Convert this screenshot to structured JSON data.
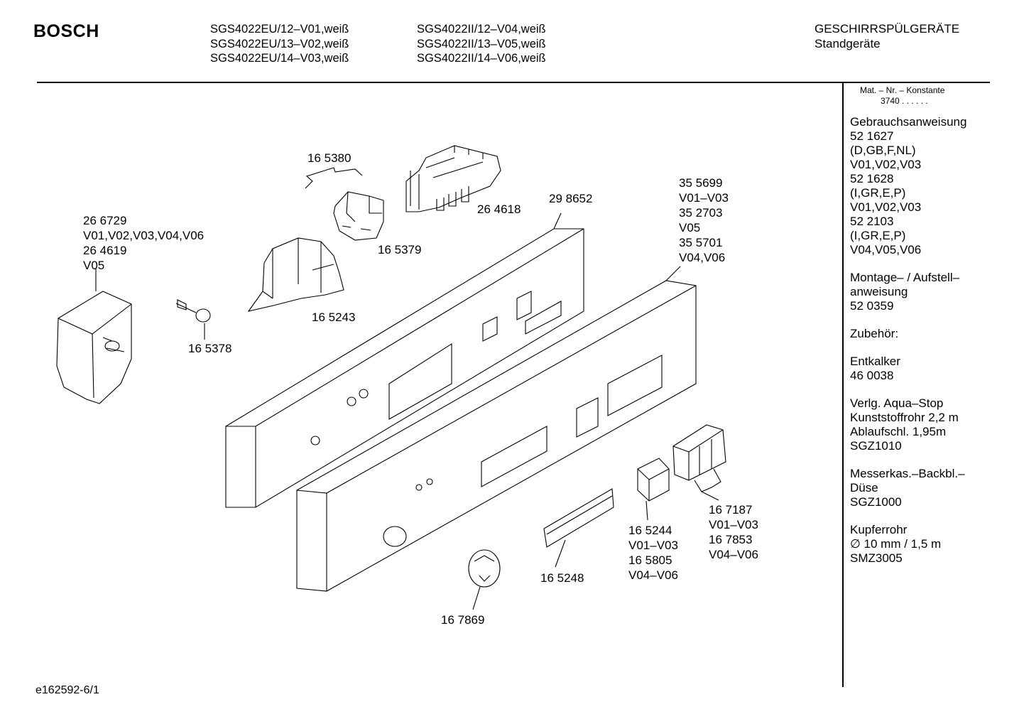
{
  "header": {
    "brand": "BOSCH",
    "models_left": [
      "SGS4022EU/12–V01,weiß",
      "SGS4022EU/13–V02,weiß",
      "SGS4022EU/14–V03,weiß"
    ],
    "models_right": [
      "SGS4022II/12–V04,weiß",
      "SGS4022II/13–V05,weiß",
      "SGS4022II/14–V06,weiß"
    ],
    "category": "GESCHIRRSPÜLGERÄTE",
    "subcategory": "Standgeräte"
  },
  "sidebar": {
    "matnr_label": "Mat. – Nr. – Konstante",
    "matnr_value": "3740  .  .    .  .  .  .",
    "groups": [
      [
        "Gebrauchsanweisung",
        "52 1627",
        "(D,GB,F,NL)",
        "V01,V02,V03",
        "52 1628",
        "(I,GR,E,P)",
        "V01,V02,V03",
        "52 2103",
        "(I,GR,E,P)",
        "V04,V05,V06"
      ],
      [
        "Montage– / Aufstell–",
        "anweisung",
        "52 0359"
      ],
      [
        "Zubehör:"
      ],
      [
        "Entkalker",
        "46 0038"
      ],
      [
        "Verlg. Aqua–Stop",
        "Kunststoffrohr 2,2 m",
        "Ablaufschl. 1,95m",
        "SGZ1010"
      ],
      [
        "Messerkas.–Backbl.–",
        "Düse",
        "SGZ1000"
      ],
      [
        "Kupferrohr",
        "∅ 10 mm / 1,5 m",
        "SMZ3005"
      ]
    ]
  },
  "parts": {
    "p165380": [
      "16 5380"
    ],
    "p264618": [
      "26 4618"
    ],
    "p165379": [
      "16 5379"
    ],
    "p298652": [
      "29 8652"
    ],
    "p355699": [
      "35 5699",
      "V01–V03",
      "35 2703",
      "V05",
      "35 5701",
      "V04,V06"
    ],
    "p266729": [
      "26 6729",
      "V01,V02,V03,V04,V06",
      "26 4619",
      "V05"
    ],
    "p165243": [
      "16 5243"
    ],
    "p165378": [
      "16 5378"
    ],
    "p167187": [
      "16 7187",
      "V01–V03",
      "16 7853",
      "V04–V06"
    ],
    "p165244": [
      "16 5244",
      "V01–V03",
      "16 5805",
      "V04–V06"
    ],
    "p165248": [
      "16 5248"
    ],
    "p167869": [
      "16 7869"
    ]
  },
  "footer": {
    "code": "e162592-6/1"
  }
}
